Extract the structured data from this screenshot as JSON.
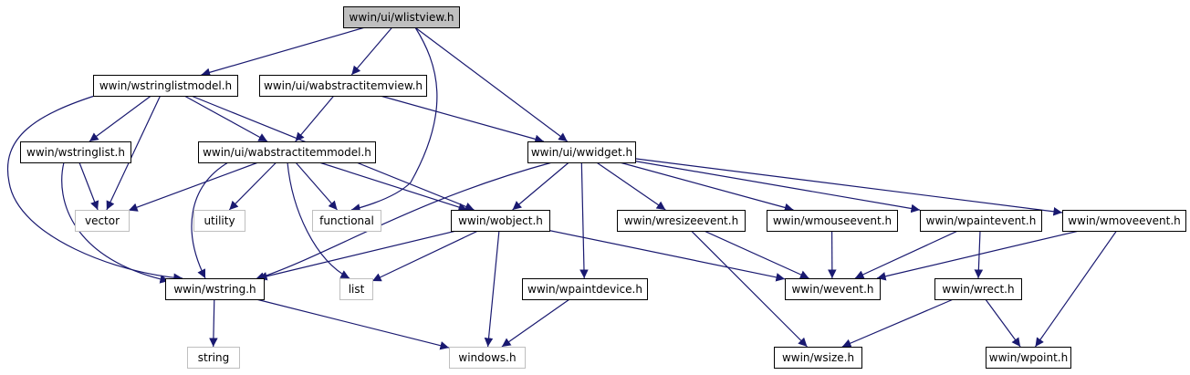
{
  "colors": {
    "edge": "#191970",
    "node_border": "#000000",
    "node_border_external": "#bfbfbf",
    "node_fill": "#ffffff",
    "root_fill": "#bfbfbf",
    "text": "#000000"
  },
  "nodes": [
    {
      "id": "wlistview",
      "label": "wwin/ui/wlistview.h",
      "kind": "root"
    },
    {
      "id": "wstringlistmodel",
      "label": "wwin/wstringlistmodel.h",
      "kind": "header"
    },
    {
      "id": "wabstractitemview",
      "label": "wwin/ui/wabstractitemview.h",
      "kind": "header"
    },
    {
      "id": "wstringlist",
      "label": "wwin/wstringlist.h",
      "kind": "header"
    },
    {
      "id": "wabstractitemmodel",
      "label": "wwin/ui/wabstractitemmodel.h",
      "kind": "header"
    },
    {
      "id": "wwidget",
      "label": "wwin/ui/wwidget.h",
      "kind": "header"
    },
    {
      "id": "vector",
      "label": "vector",
      "kind": "external"
    },
    {
      "id": "utility",
      "label": "utility",
      "kind": "external"
    },
    {
      "id": "functional",
      "label": "functional",
      "kind": "external"
    },
    {
      "id": "wobject",
      "label": "wwin/wobject.h",
      "kind": "header"
    },
    {
      "id": "wresizeevent",
      "label": "wwin/wresizeevent.h",
      "kind": "header"
    },
    {
      "id": "wmouseevent",
      "label": "wwin/wmouseevent.h",
      "kind": "header"
    },
    {
      "id": "wpaintevent",
      "label": "wwin/wpaintevent.h",
      "kind": "header"
    },
    {
      "id": "wmoveevent",
      "label": "wwin/wmoveevent.h",
      "kind": "header"
    },
    {
      "id": "wstring",
      "label": "wwin/wstring.h",
      "kind": "header"
    },
    {
      "id": "list",
      "label": "list",
      "kind": "external"
    },
    {
      "id": "wpaintdevice",
      "label": "wwin/wpaintdevice.h",
      "kind": "header"
    },
    {
      "id": "wevent",
      "label": "wwin/wevent.h",
      "kind": "header"
    },
    {
      "id": "wrect",
      "label": "wwin/wrect.h",
      "kind": "header"
    },
    {
      "id": "string",
      "label": "string",
      "kind": "external"
    },
    {
      "id": "windows",
      "label": "windows.h",
      "kind": "external"
    },
    {
      "id": "wsize",
      "label": "wwin/wsize.h",
      "kind": "header"
    },
    {
      "id": "wpoint",
      "label": "wwin/wpoint.h",
      "kind": "header"
    }
  ],
  "edges": [
    [
      "wlistview",
      "wstringlistmodel"
    ],
    [
      "wlistview",
      "wabstractitemview"
    ],
    [
      "wlistview",
      "functional"
    ],
    [
      "wlistview",
      "wwidget"
    ],
    [
      "wstringlistmodel",
      "wstringlist"
    ],
    [
      "wstringlistmodel",
      "wabstractitemmodel"
    ],
    [
      "wstringlistmodel",
      "vector"
    ],
    [
      "wstringlistmodel",
      "wobject"
    ],
    [
      "wstringlistmodel",
      "wstring"
    ],
    [
      "wabstractitemview",
      "wabstractitemmodel"
    ],
    [
      "wabstractitemview",
      "wwidget"
    ],
    [
      "wstringlist",
      "vector"
    ],
    [
      "wstringlist",
      "wstring"
    ],
    [
      "wabstractitemmodel",
      "vector"
    ],
    [
      "wabstractitemmodel",
      "utility"
    ],
    [
      "wabstractitemmodel",
      "functional"
    ],
    [
      "wabstractitemmodel",
      "wobject"
    ],
    [
      "wabstractitemmodel",
      "wstring"
    ],
    [
      "wabstractitemmodel",
      "list"
    ],
    [
      "wwidget",
      "wobject"
    ],
    [
      "wwidget",
      "wstring"
    ],
    [
      "wwidget",
      "wpaintdevice"
    ],
    [
      "wwidget",
      "wresizeevent"
    ],
    [
      "wwidget",
      "wmouseevent"
    ],
    [
      "wwidget",
      "wpaintevent"
    ],
    [
      "wwidget",
      "wmoveevent"
    ],
    [
      "wobject",
      "wstring"
    ],
    [
      "wobject",
      "list"
    ],
    [
      "wobject",
      "windows"
    ],
    [
      "wobject",
      "wevent"
    ],
    [
      "wresizeevent",
      "wevent"
    ],
    [
      "wresizeevent",
      "wsize"
    ],
    [
      "wmouseevent",
      "wevent"
    ],
    [
      "wpaintevent",
      "wevent"
    ],
    [
      "wpaintevent",
      "wrect"
    ],
    [
      "wmoveevent",
      "wevent"
    ],
    [
      "wmoveevent",
      "wpoint"
    ],
    [
      "wstring",
      "string"
    ],
    [
      "wstring",
      "windows"
    ],
    [
      "wpaintdevice",
      "windows"
    ],
    [
      "wrect",
      "wsize"
    ],
    [
      "wrect",
      "wpoint"
    ]
  ]
}
